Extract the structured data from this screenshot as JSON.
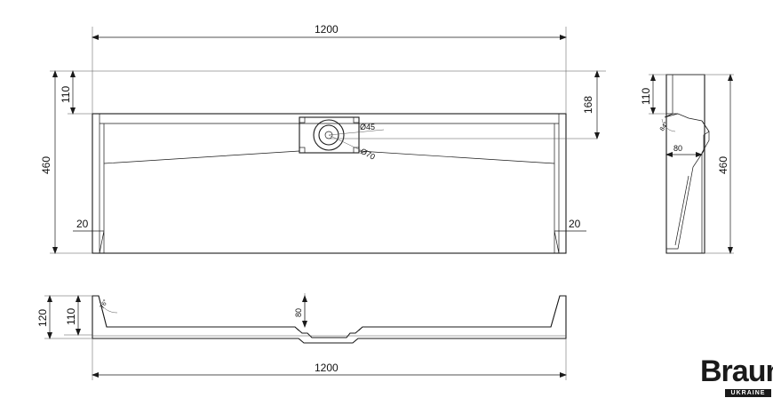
{
  "top_view": {
    "width_label": "1200",
    "height_label": "460",
    "rim_label": "110",
    "drain_offset_label": "168",
    "drain_inner_label": "Ø45",
    "drain_outer_label": "Ø70",
    "left_wall_label": "20",
    "right_wall_label": "20"
  },
  "side_view": {
    "rim_label": "110",
    "height_label": "460",
    "depth_label": "80",
    "angle_label": "84°"
  },
  "front_view": {
    "outer_height_label": "120",
    "inner_height_label": "110",
    "angle_label": "76°",
    "drain_depth_label": "80",
    "width_label": "1200"
  },
  "brand": {
    "name": "Brauni",
    "country": "UKRAINE"
  }
}
